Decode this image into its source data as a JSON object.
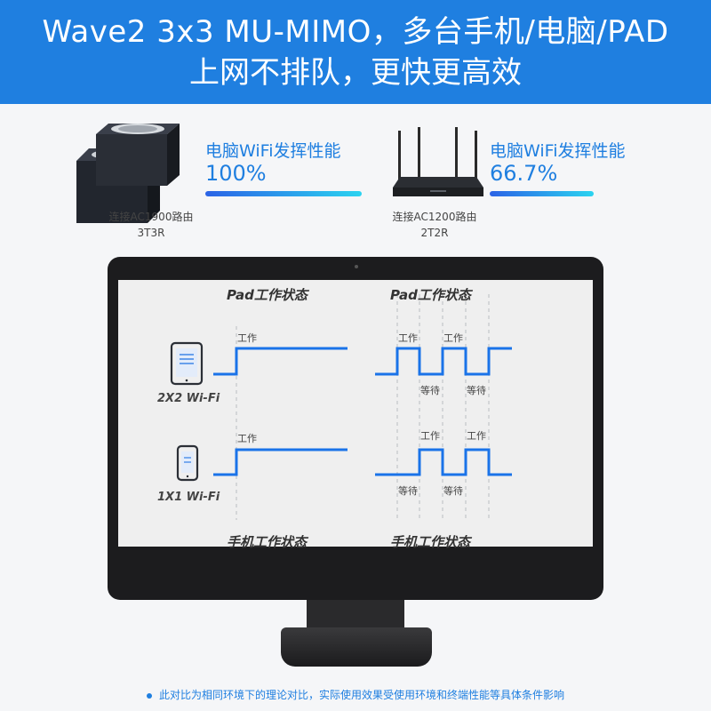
{
  "banner": {
    "line1": "Wave2 3x3 MU-MIMO，多台手机/电脑/PAD",
    "line2": "上网不排队，更快更高效"
  },
  "comparison": {
    "left": {
      "perf_label": "电脑WiFi发挥性能",
      "perf_value": "100%",
      "performance_fraction": 1.0,
      "caption1": "连接AC1900路由",
      "caption2": "3T3R"
    },
    "right": {
      "perf_label": "电脑WiFi发挥性能",
      "perf_value": "66.7%",
      "performance_fraction": 0.667,
      "caption1": "连接AC1200路由",
      "caption2": "2T2R"
    }
  },
  "screen": {
    "top_left_title": "Pad工作状态",
    "top_right_title": "Pad工作状态",
    "bottom_left_title": "手机工作状态",
    "bottom_right_title": "手机工作状态",
    "pad_label": "2X2 Wi-Fi",
    "phone_label": "1X1 Wi-Fi",
    "work": "工作",
    "wait": "等待"
  },
  "footnote": "此对比为相同环境下的理论对比，实际使用效果受使用环境和终端性能等具体条件影响",
  "colors": {
    "accent": "#1f7fe0",
    "signal": "#1a73e8"
  }
}
